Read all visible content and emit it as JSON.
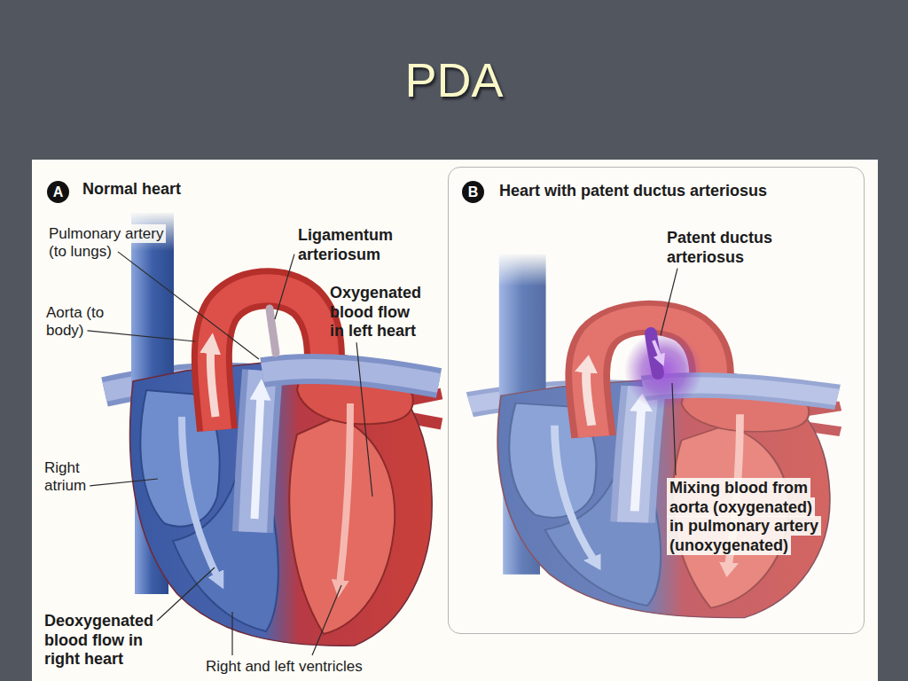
{
  "diagram": {
    "title": "PDA",
    "nodes": [
      {
        "text": [
          "Normal heart"
        ]
      },
      {
        "text": [
          "A"
        ],
        "in": 0
      },
      {
        "text": [
          "Heart with patent ductus arteriosus"
        ]
      },
      {
        "text": [
          "B"
        ],
        "in": 2
      }
    ],
    "labels": [
      "Pulmonary artery (to lungs)",
      "Ligamentum arteriosum",
      "Aorta (to body)",
      "Oxygenated blood flow in left heart",
      "Right atrium",
      "Deoxygenated blood flow in right heart",
      "Right and left ventricles",
      "Patent ductus arteriosus",
      "Mixing blood from aorta (oxygenated) in pulmonary artery (unoxygenated)"
    ]
  }
}
